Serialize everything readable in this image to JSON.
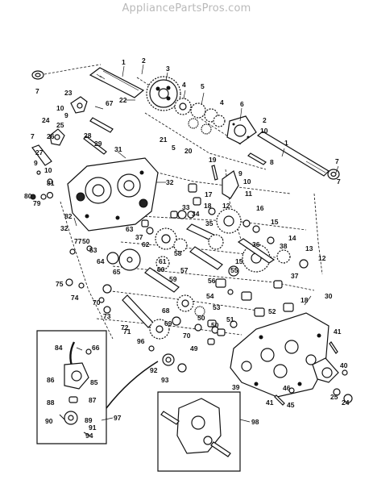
{
  "watermark": "AppliancePartsPros.com",
  "callouts": {
    "1": "1",
    "2": "2",
    "3": "3",
    "4": "4",
    "5": "5",
    "6": "6",
    "7": "7",
    "8": "8",
    "9": "9",
    "10": "10",
    "11": "11",
    "12": "12",
    "13": "13",
    "14": "14",
    "15": "15",
    "16": "16",
    "17": "17",
    "18": "18",
    "19": "19",
    "20": "20",
    "21": "21",
    "22": "22",
    "23": "23",
    "24": "24",
    "25": "25",
    "26": "26",
    "27": "27",
    "28": "28",
    "29": "29",
    "30": "30",
    "31": "31",
    "32": "32",
    "33": "33",
    "34": "34",
    "35": "35",
    "36": "36",
    "37": "37",
    "38": "38",
    "39": "39",
    "40": "40",
    "41": "41",
    "45": "45",
    "46": "46",
    "49": "49",
    "50": "50",
    "51": "51",
    "52": "52",
    "53": "53",
    "54": "54",
    "55": "55",
    "56": "56",
    "57": "57",
    "58": "58",
    "59": "59",
    "60": "60",
    "61": "61",
    "62": "62",
    "63": "63",
    "64": "64",
    "65": "65",
    "66": "66",
    "67": "67",
    "68": "68",
    "69": "69",
    "70": "70",
    "71": "71",
    "72": "72",
    "73": "73",
    "74": "74",
    "75": "75",
    "77": "77",
    "79": "79",
    "80": "80",
    "81": "81",
    "82": "82",
    "84": "84",
    "85": "85",
    "86": "86",
    "87": "87",
    "88": "88",
    "89": "89",
    "90": "90",
    "91": "91",
    "92": "92",
    "93": "93",
    "94": "94",
    "96": "96",
    "97": "97",
    "98": "98"
  }
}
